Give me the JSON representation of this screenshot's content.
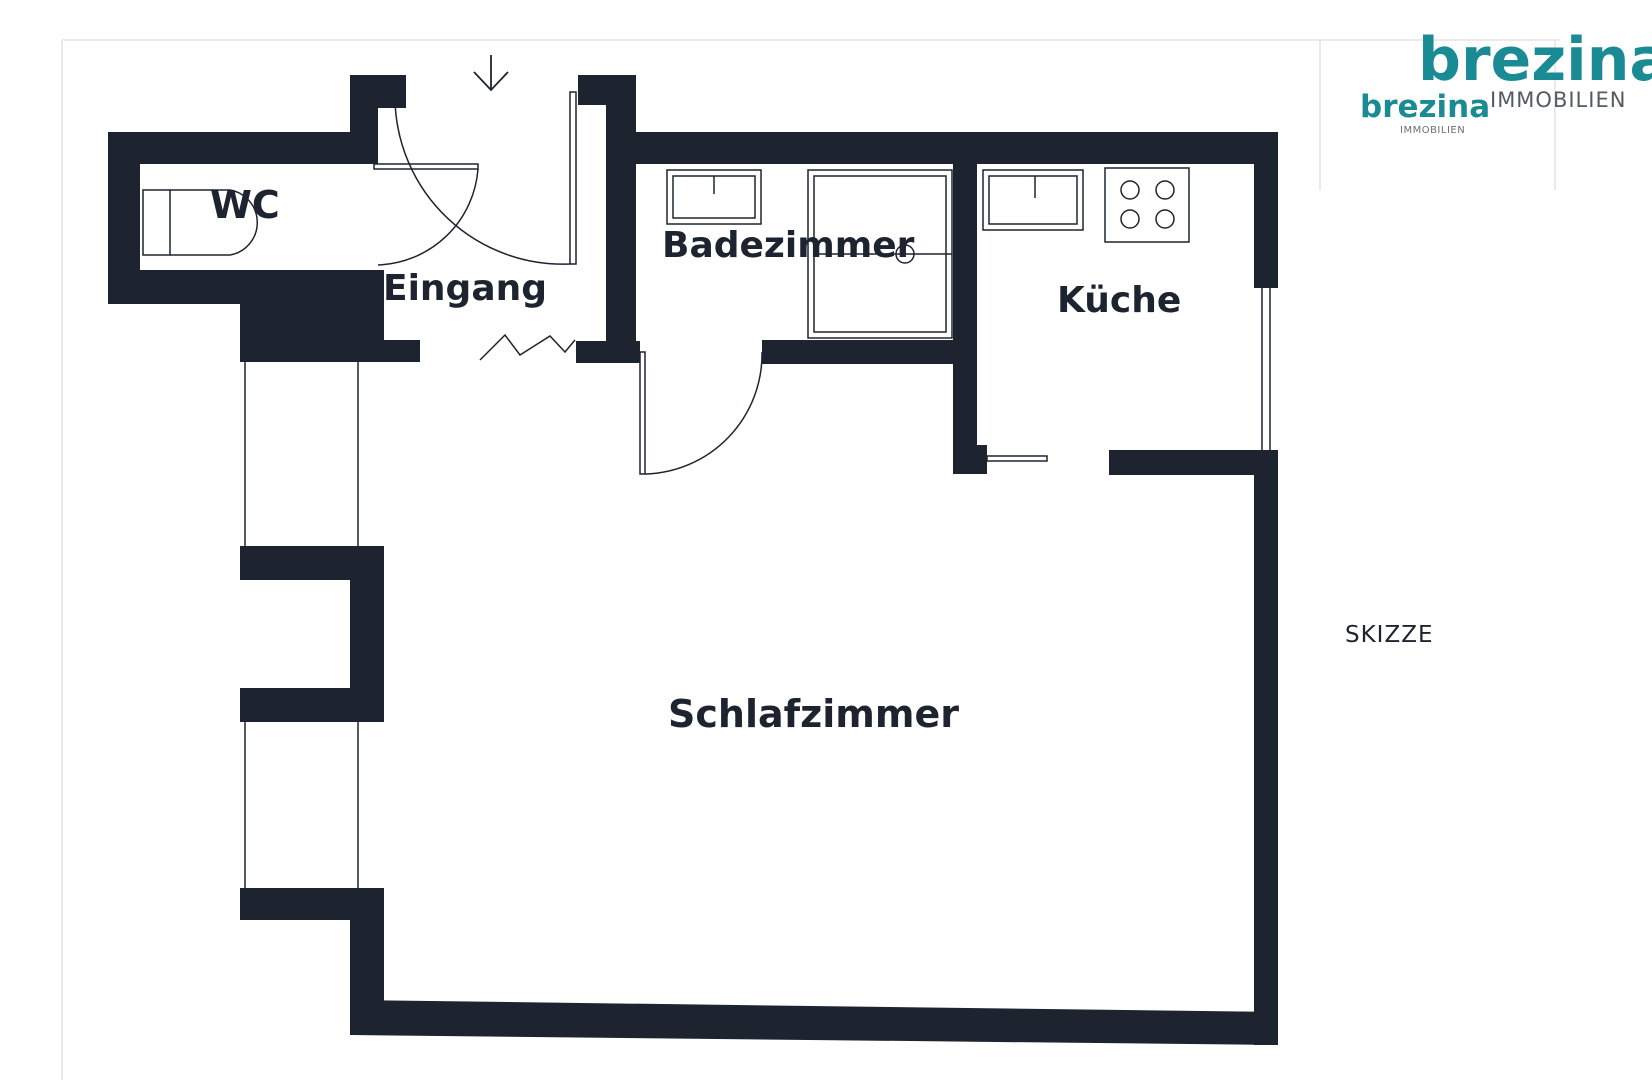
{
  "rooms": {
    "wc": "WC",
    "eingang": "Eingang",
    "badezimmer": "Badezimmer",
    "kueche": "Küche",
    "schlafzimmer": "Schlafzimmer"
  },
  "note": "SKIZZE",
  "logo_large": {
    "word": "brezina",
    "subtitle": "IMMOBILIEN"
  },
  "logo_small": {
    "word": "brezina",
    "subtitle": "IMMOBILIEN"
  },
  "colors": {
    "wall": "#1d2430",
    "brand": "#1a8a94",
    "frame": "#e6e6e6"
  }
}
